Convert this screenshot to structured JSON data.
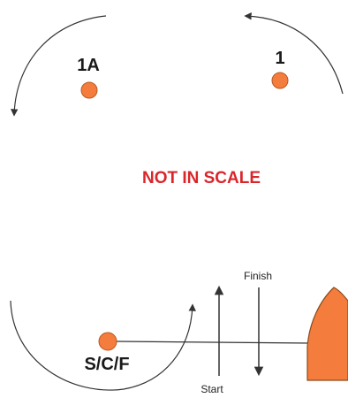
{
  "diagram": {
    "notice": "NOT IN SCALE",
    "marks": {
      "mark_1": "1",
      "mark_1a": "1A",
      "mark_scf": "S/C/F"
    },
    "start_label": "Start",
    "finish_label": "Finish"
  },
  "colors": {
    "mark_fill": "#f47c3c",
    "mark_stroke": "#b85a22",
    "boat_fill": "#f47c3c",
    "notice_color": "#d9262b",
    "line_color": "#333333"
  },
  "icons": {
    "mark": "buoy-circle",
    "committee_boat": "boat-shape",
    "start_arrow": "arrow-up",
    "finish_arrow": "arrow-down",
    "rounding_arrow": "curved-arrow"
  }
}
